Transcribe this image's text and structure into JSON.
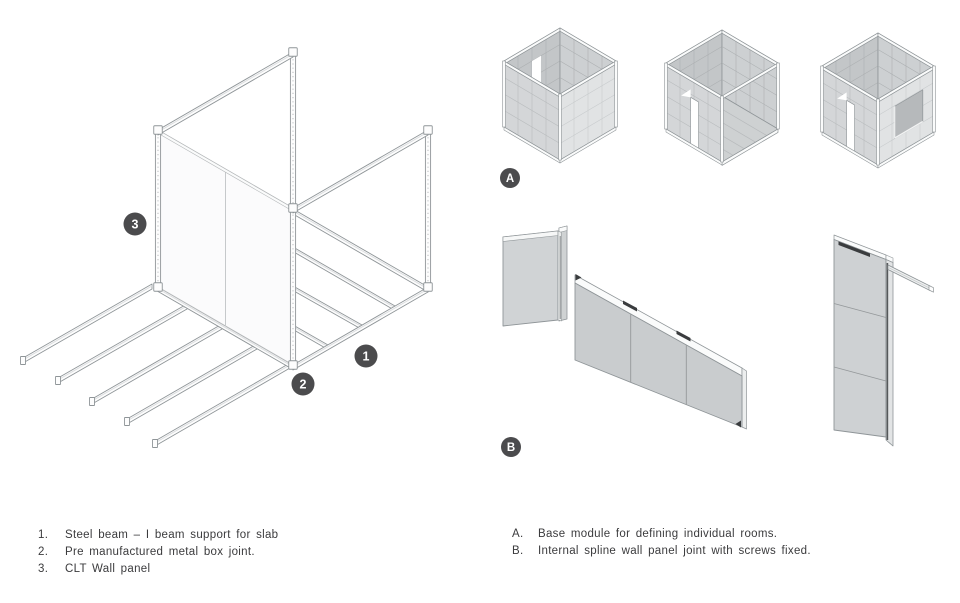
{
  "palette": {
    "background": "#ffffff",
    "stroke": "#8f9598",
    "stroke_soft": "#b3b6b8",
    "beam_fill": "#fdfdfd",
    "beam_inner": "#dcdee0",
    "clt_fill": "#fbfbfc",
    "clt_edge": "#b4b7b9",
    "inner_wall_left": "#c3c6c8",
    "inner_wall_right": "#cdd0d2",
    "floor": "#ced1d2",
    "plank": "#b7babc",
    "face_left": "#d4d6d8",
    "face_right": "#e1e3e4",
    "grid_outer": "#b9bcbe",
    "grid_inner": "#adb0b2",
    "window_reveal": "#b6b9bb",
    "rim": "#fafbfb",
    "panel": "#ced1d3",
    "panel_edge": "#f6f7f7",
    "slot": "#3a3c3e",
    "seam": "#94989a",
    "badge_bg": "#4b4b4d",
    "badge_text": "#ffffff",
    "text": "#3b3b3d"
  },
  "badges": {
    "one": "1",
    "two": "2",
    "three": "3",
    "a": "A",
    "b": "B"
  },
  "legend_left": {
    "items": [
      {
        "num": "1.",
        "text": "Steel beam – I beam support for slab"
      },
      {
        "num": "2.",
        "text": "Pre manufactured metal box joint."
      },
      {
        "num": "3.",
        "text": "CLT Wall panel"
      }
    ]
  },
  "legend_right": {
    "items": [
      {
        "num": "A.",
        "text": "Base module for defining individual rooms."
      },
      {
        "num": "B.",
        "text": "Internal spline wall panel joint with screws fixed."
      }
    ]
  }
}
